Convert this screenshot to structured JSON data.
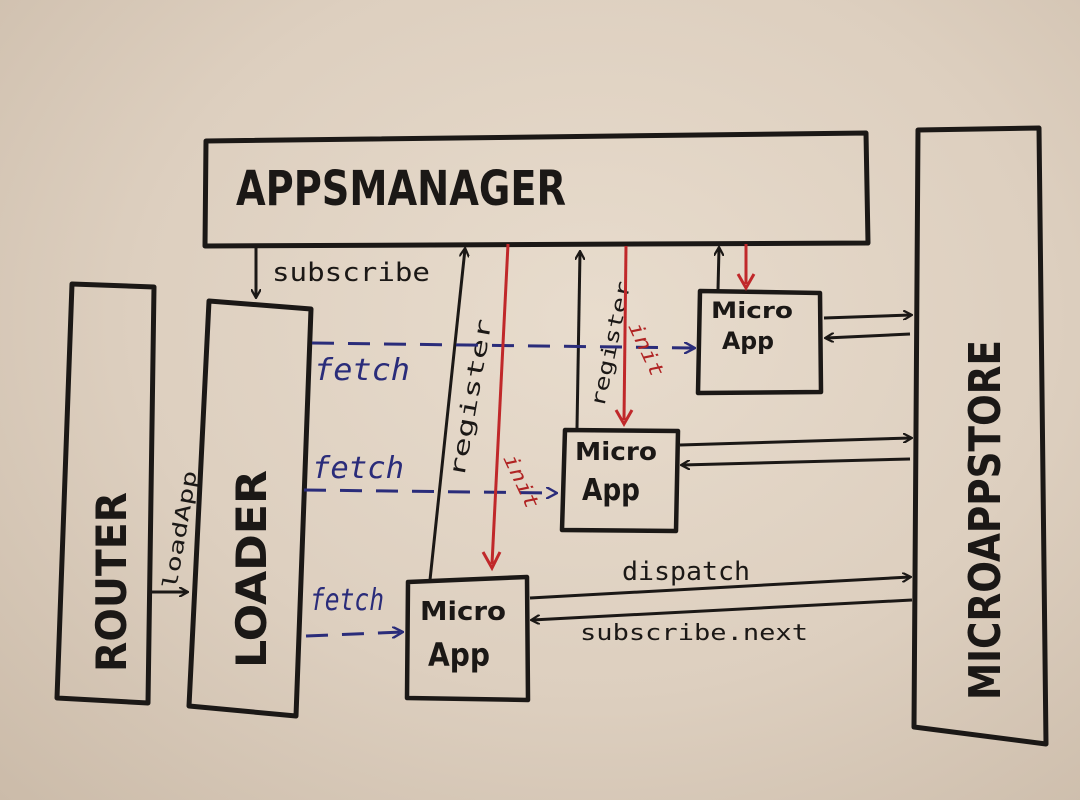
{
  "colors": {
    "ink": "#1b1816",
    "fetch_blue": "#2a2c7a",
    "init_red": "#c0282a",
    "paper": "#e4d8c8"
  },
  "boxes": {
    "apps_manager": "APPSMANAGER",
    "router": "ROUTER",
    "loader": "LOADER",
    "micro_app_store": "MICROAPPSTORE",
    "micro_app_top": {
      "line1": "Micro",
      "line2": "App"
    },
    "micro_app_middle": {
      "line1": "Micro",
      "line2": "App"
    },
    "micro_app_bottom": {
      "line1": "Micro",
      "line2": "App"
    }
  },
  "edge_labels": {
    "subscribe": "subscribe",
    "load_app": "loadApp",
    "fetch_top": "fetch",
    "fetch_middle": "fetch",
    "fetch_bottom": "fetch",
    "register_left": "register",
    "register_right": "register",
    "init_left": "init",
    "init_right": "init",
    "dispatch": "dispatch",
    "subscribe_next": "subscribe.next"
  }
}
